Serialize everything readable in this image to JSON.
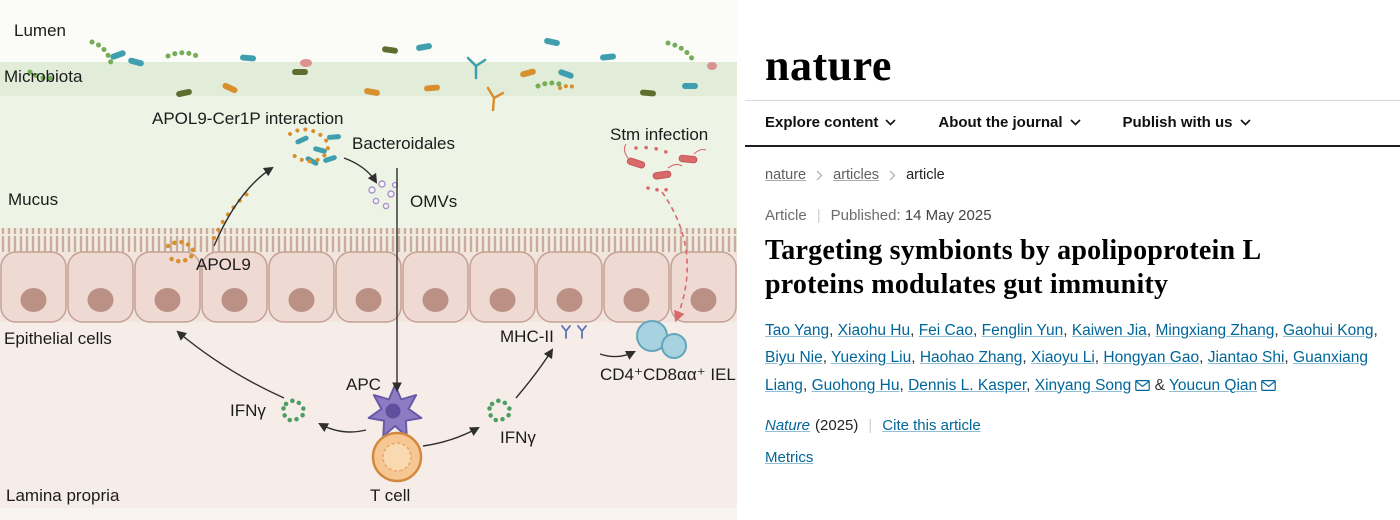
{
  "diagram": {
    "labels": {
      "lumen": "Lumen",
      "microbiota": "Microbiota",
      "apol9_cer1p": "APOL9-Cer1P interaction",
      "bacteroidales": "Bacteroidales",
      "omvs": "OMVs",
      "stm_infection": "Stm infection",
      "mucus": "Mucus",
      "apol9": "APOL9",
      "epithelial_cells": "Epithelial cells",
      "mhc2": "MHC-II",
      "iel": "CD4⁺CD8αα⁺ IEL",
      "ifng_left": "IFNγ",
      "apc": "APC",
      "ifng_right": "IFNγ",
      "t_cell": "T cell",
      "lamina_propria": "Lamina propria"
    }
  },
  "article": {
    "brand": "nature",
    "nav": [
      {
        "name": "nav-explore-content",
        "label": "Explore content"
      },
      {
        "name": "nav-about-the-journal",
        "label": "About the journal"
      },
      {
        "name": "nav-publish-with-us",
        "label": "Publish with us"
      }
    ],
    "breadcrumb": [
      {
        "name": "breadcrumb-nature",
        "label": "nature",
        "current": false
      },
      {
        "name": "breadcrumb-articles",
        "label": "articles",
        "current": false
      },
      {
        "name": "breadcrumb-article",
        "label": "article",
        "current": true
      }
    ],
    "meta": {
      "type": "Article",
      "published_label": "Published:",
      "published_date": "14 May 2025"
    },
    "title": "Targeting symbionts by apolipoprotein L proteins modulates gut immunity",
    "authors": [
      "Tao Yang",
      "Xiaohu Hu",
      "Fei Cao",
      "Fenglin Yun",
      "Kaiwen Jia",
      "Mingxiang Zhang",
      "Gaohui Kong",
      "Biyu Nie",
      "Yuexing Liu",
      "Haohao Zhang",
      "Xiaoyu Li",
      "Hongyan Gao",
      "Jiantao Shi",
      "Guanxiang Liang",
      "Guohong Hu",
      "Dennis L. Kasper",
      "Xinyang Song",
      "Youcun Qian"
    ],
    "corresponding": [
      "Xinyang Song",
      "Youcun Qian"
    ],
    "journal_ref": {
      "journal": "Nature",
      "year": "(2025)",
      "cite": "Cite this article"
    },
    "metrics_label": "Metrics"
  },
  "colors": {
    "link": "#006699",
    "rule_dark": "#1f1f1f",
    "figure_band_green": "#e1edd8",
    "mucus_green": "#edf3e5",
    "epithelium_pink": "#eedad3",
    "lamina_pink": "#f6ede9",
    "stm_red": "#d96a6a",
    "apc_purple": "#8d7cc2",
    "tcell_orange": "#f6c793",
    "iel_blue": "#a9d2e0"
  }
}
